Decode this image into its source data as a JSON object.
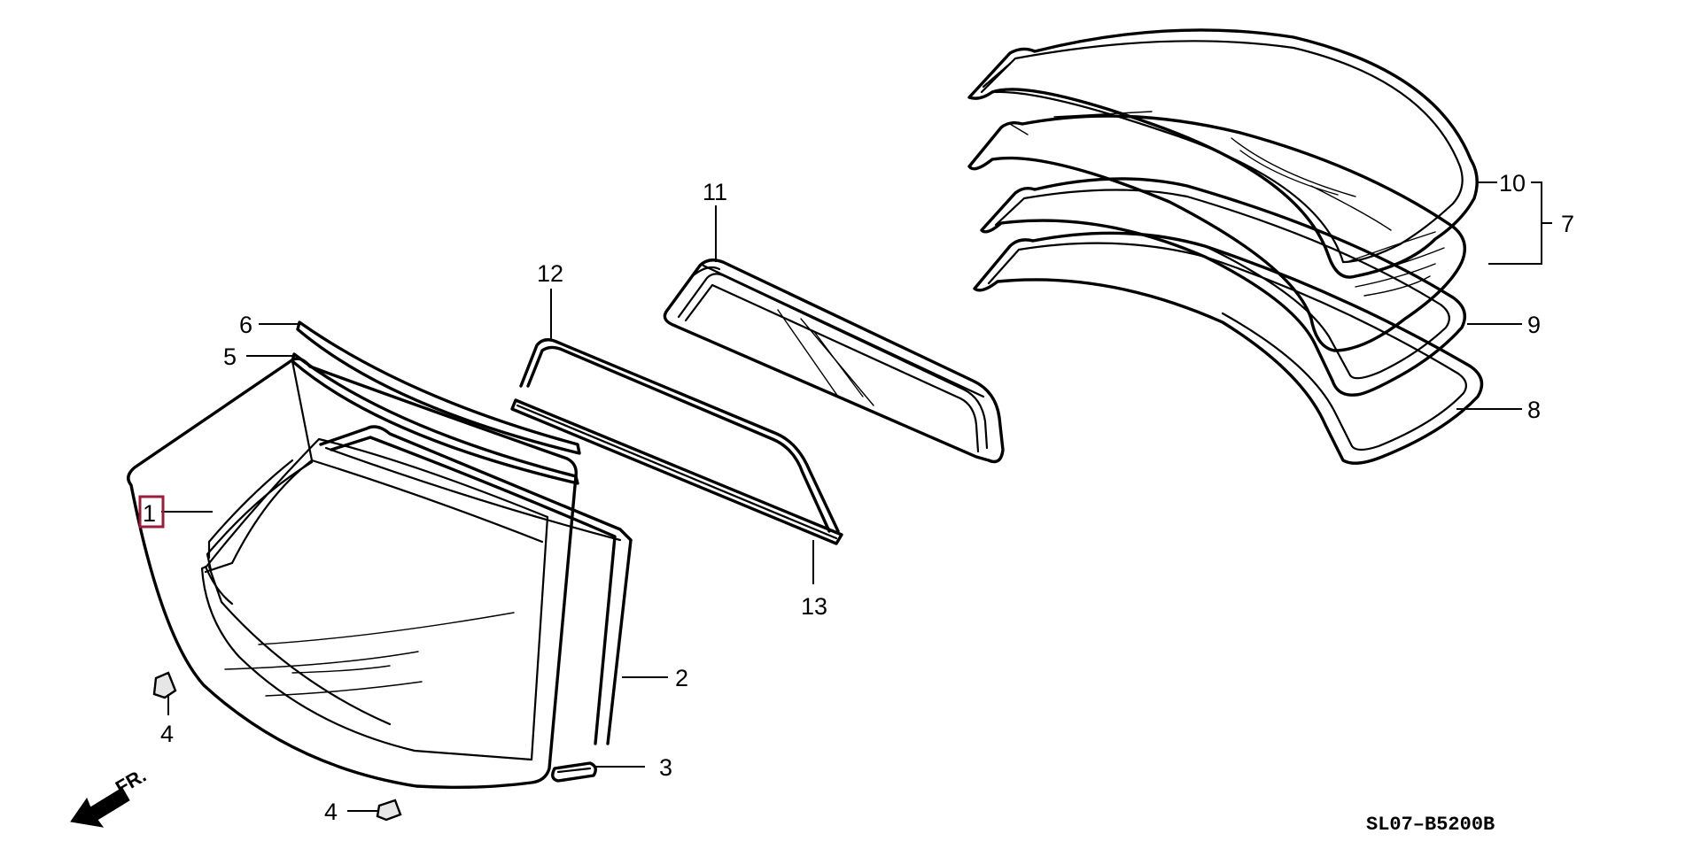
{
  "diagram": {
    "code": "SL07–B5200B",
    "direction_label": "FR.",
    "highlight_color": "#9b1b3a",
    "callouts": [
      {
        "id": "1",
        "label": "1",
        "highlighted": true
      },
      {
        "id": "2",
        "label": "2"
      },
      {
        "id": "3",
        "label": "3"
      },
      {
        "id": "4a",
        "label": "4"
      },
      {
        "id": "4b",
        "label": "4"
      },
      {
        "id": "5",
        "label": "5"
      },
      {
        "id": "6",
        "label": "6"
      },
      {
        "id": "7",
        "label": "7"
      },
      {
        "id": "8",
        "label": "8"
      },
      {
        "id": "9",
        "label": "9"
      },
      {
        "id": "10",
        "label": "10"
      },
      {
        "id": "11",
        "label": "11"
      },
      {
        "id": "12",
        "label": "12"
      },
      {
        "id": "13",
        "label": "13"
      }
    ]
  }
}
